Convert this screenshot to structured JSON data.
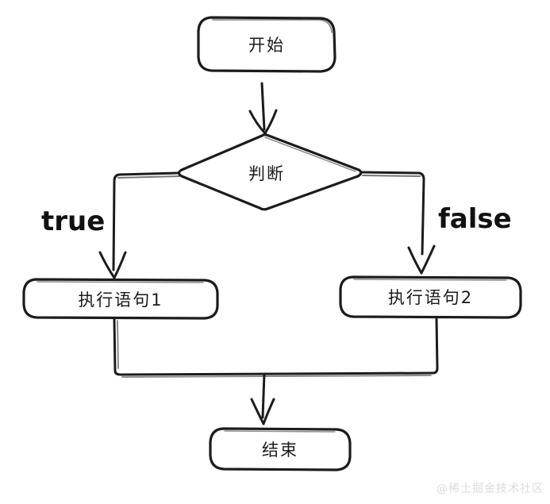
{
  "diagram": {
    "title": "if-else flowchart",
    "style": "hand-drawn sketch",
    "background_color": "#ffffff",
    "stroke_color": "#1c1c1c",
    "text_color": "#1a1a1a",
    "nodes": [
      {
        "id": "start",
        "shape": "rounded-rectangle",
        "label": "开始"
      },
      {
        "id": "decision",
        "shape": "diamond",
        "label": "判断"
      },
      {
        "id": "action_true",
        "shape": "rounded-rectangle",
        "label": "执行语句1"
      },
      {
        "id": "action_false",
        "shape": "rounded-rectangle",
        "label": "执行语句2"
      },
      {
        "id": "end",
        "shape": "rounded-rectangle",
        "label": "结束"
      }
    ],
    "edges": [
      {
        "from": "start",
        "to": "decision",
        "label": ""
      },
      {
        "from": "decision",
        "to": "action_true",
        "label": "true"
      },
      {
        "from": "decision",
        "to": "action_false",
        "label": "false"
      },
      {
        "from": "action_true",
        "to": "end",
        "label": ""
      },
      {
        "from": "action_false",
        "to": "end",
        "label": ""
      }
    ]
  },
  "watermark": {
    "text": "@稀土掘金技术社区"
  }
}
